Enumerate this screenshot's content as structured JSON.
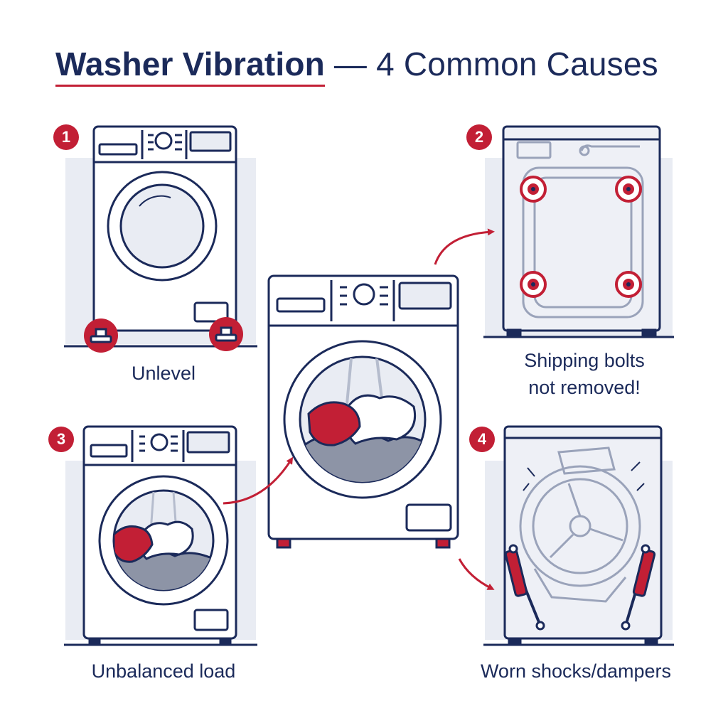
{
  "title": {
    "strong": "Washer Vibration",
    "rest": " — 4 Common Causes"
  },
  "causes": [
    {
      "number": "1",
      "label": "Unlevel"
    },
    {
      "number": "2",
      "label_line1": "Shipping bolts",
      "label_line2": "not removed!"
    },
    {
      "number": "3",
      "label": "Unbalanced load"
    },
    {
      "number": "4",
      "label": "Worn shocks/dampers"
    }
  ],
  "colors": {
    "navy": "#1b2a5a",
    "accent": "#c21f35",
    "panel": "#e9ecf3"
  }
}
